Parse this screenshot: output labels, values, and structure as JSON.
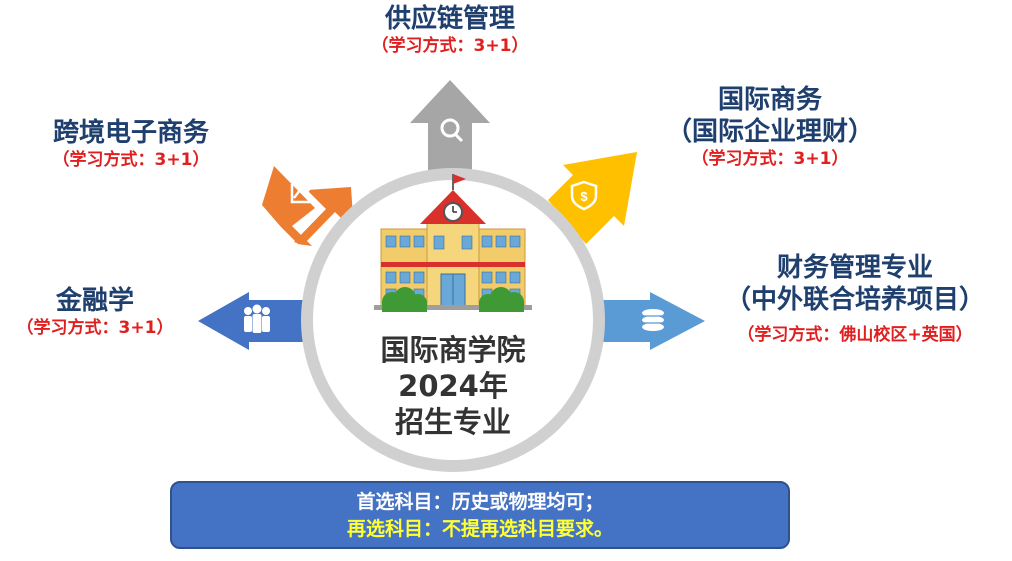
{
  "center": {
    "line1": "国际商学院",
    "line2": "2024年",
    "line3": "招生专业"
  },
  "majors": {
    "supply_chain": {
      "name": "供应链管理",
      "mode": "（学习方式：3+1）",
      "color": "#a6a6a6",
      "icon": "search-chart-icon"
    },
    "cross_border": {
      "name": "跨境电子商务",
      "mode": "（学习方式：3+1）",
      "color": "#ed7d31",
      "icon": "trend-chart-icon"
    },
    "intl_business": {
      "name": "国际商务",
      "name2": "（国际企业理财）",
      "mode": "（学习方式：3+1）",
      "color": "#ffc000",
      "icon": "dollar-shield-icon"
    },
    "finance": {
      "name": "金融学",
      "mode": "（学习方式：3+1）",
      "color": "#4472c4",
      "icon": "people-icon"
    },
    "financial_mgmt": {
      "name": "财务管理专业",
      "name2": "（中外联合培养项目）",
      "mode": "（学习方式：佛山校区+英国）",
      "color": "#5b9bd5",
      "icon": "coins-icon"
    }
  },
  "requirements": {
    "line1": "首选科目：历史或物理均可；",
    "line2": "再选科目：不提再选科目要求。"
  },
  "colors": {
    "title": "#1f3f6e",
    "mode": "#e02020",
    "banner_bg": "#4472c4",
    "banner_highlight": "#ffff33"
  }
}
